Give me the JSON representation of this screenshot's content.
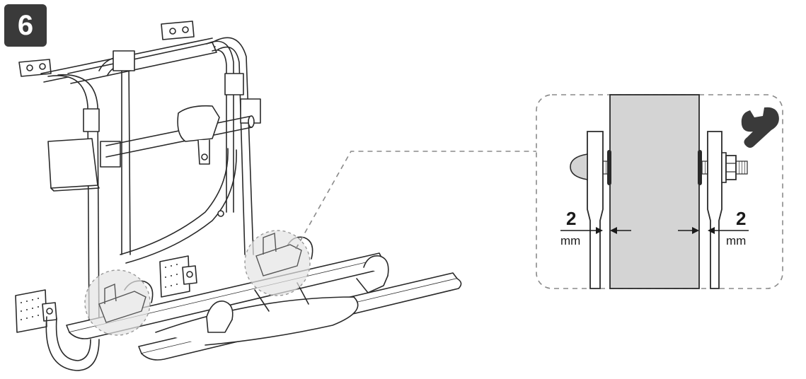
{
  "step": {
    "number": "6"
  },
  "detail": {
    "left_gap": {
      "value": "2",
      "unit": "mm"
    },
    "right_gap": {
      "value": "2",
      "unit": "mm"
    },
    "tool_icon": "wrench-icon"
  },
  "colors": {
    "badge": "#3a3a3a",
    "line": "#2a2a2a",
    "highlight": "#cfcfcf",
    "dashed": "#8a8a8a"
  }
}
